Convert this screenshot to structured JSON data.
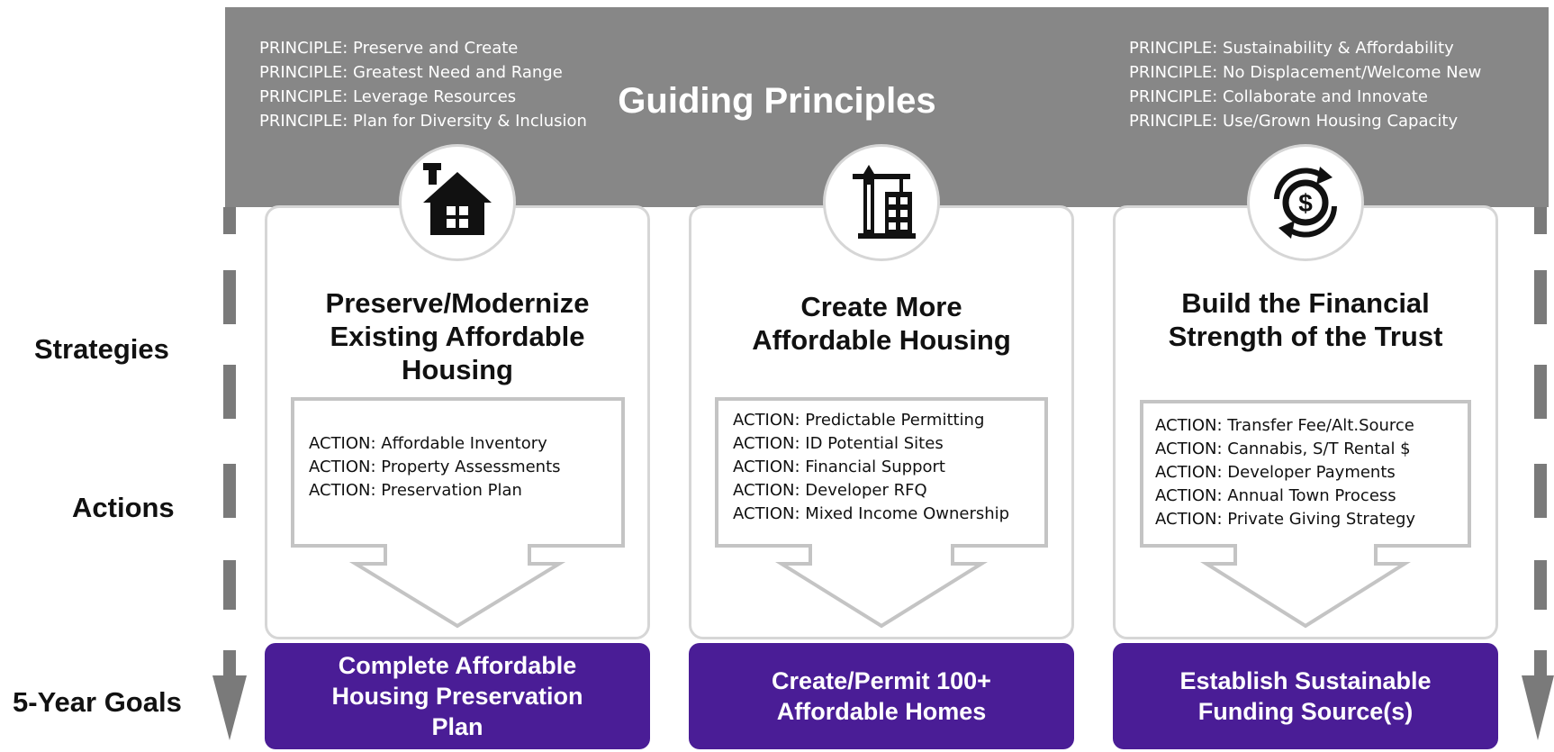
{
  "header": {
    "title": "Guiding Principles",
    "principles_left": [
      "PRINCIPLE: Preserve and Create",
      "PRINCIPLE: Greatest Need and Range",
      "PRINCIPLE: Leverage Resources",
      "PRINCIPLE: Plan for Diversity & Inclusion"
    ],
    "principles_right": [
      "PRINCIPLE: Sustainability & Affordability",
      "PRINCIPLE: No Displacement/Welcome New",
      "PRINCIPLE: Collaborate and Innovate",
      "PRINCIPLE: Use/Grown Housing Capacity"
    ]
  },
  "row_labels": {
    "strategies": "Strategies",
    "actions": "Actions",
    "goals": "5-Year Goals"
  },
  "columns": [
    {
      "icon": "house-hammer-icon",
      "strategy": [
        "Preserve/Modernize",
        "Existing Affordable",
        "Housing"
      ],
      "actions": [
        "ACTION: Affordable Inventory",
        "ACTION: Property Assessments",
        "ACTION: Preservation Plan"
      ],
      "goal": [
        "Complete Affordable",
        "Housing Preservation",
        "Plan"
      ]
    },
    {
      "icon": "construction-crane-building-icon",
      "strategy": [
        "Create More",
        "Affordable Housing"
      ],
      "actions": [
        "ACTION: Predictable Permitting",
        "ACTION: ID Potential Sites",
        "ACTION: Financial Support",
        "ACTION: Developer RFQ",
        "ACTION: Mixed Income Ownership"
      ],
      "goal": [
        "Create/Permit 100+",
        "Affordable Homes"
      ]
    },
    {
      "icon": "dollar-cycle-icon",
      "strategy": [
        "Build the Financial",
        "Strength of the Trust"
      ],
      "actions": [
        "ACTION: Transfer Fee/Alt.Source",
        "ACTION: Cannabis, S/T Rental $",
        "ACTION: Developer Payments",
        "ACTION: Annual Town Process",
        "ACTION: Private Giving Strategy"
      ],
      "goal": [
        "Establish Sustainable",
        "Funding Source(s)"
      ]
    }
  ],
  "colors": {
    "band": "#878787",
    "goal": "#4a1d96",
    "card_border": "#d6d6d6",
    "dash": "#7a7a7a"
  }
}
